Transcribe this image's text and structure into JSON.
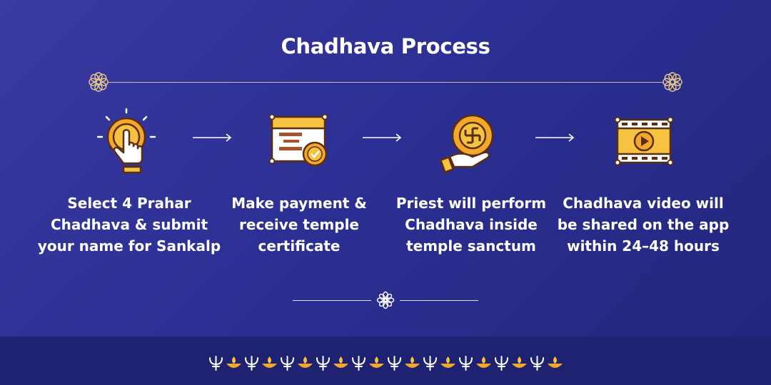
{
  "title": "Chadhava Process",
  "steps": [
    {
      "text": "Select 4 Prahar\nChadhava & submit\nyour name for Sankalp",
      "icon": "tap-icon"
    },
    {
      "text": "Make payment &\nreceive temple\ncertificate",
      "icon": "certificate-icon"
    },
    {
      "text": "Priest will perform\nChadhava inside\ntemple sanctum",
      "icon": "offering-icon"
    },
    {
      "text": "Chadhava video will\nbe shared on the app\nwithin 24–48 hours",
      "icon": "video-icon"
    }
  ],
  "colors": {
    "background": "#2c2f93",
    "accent": "#f5c242",
    "icon_outline": "#5a2f10",
    "footer": "#1f2270"
  }
}
